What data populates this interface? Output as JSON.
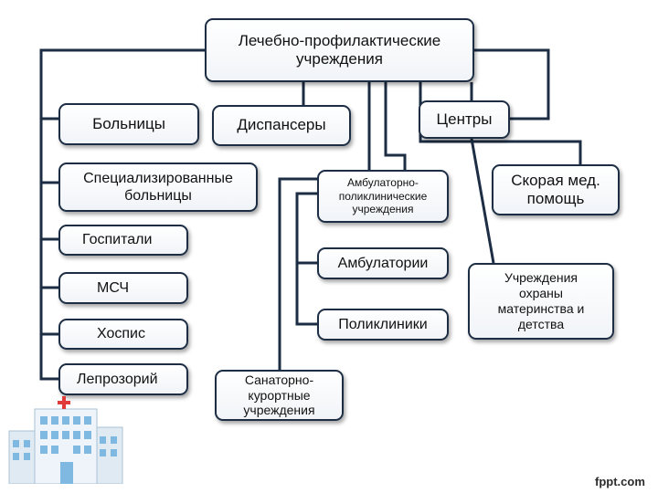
{
  "root": {
    "label": "Лечебно-профилактические\nучреждения"
  },
  "categories": {
    "hospitals": "Больницы",
    "dispensaries": "Диспансеры",
    "centers": "Центры"
  },
  "hospital_types": {
    "specialized": "Специализированные\nбольницы",
    "military": "Госпитали",
    "medical_units": "МСЧ",
    "hospice": "Хоспис",
    "leprosarium": "Лепрозорий"
  },
  "outpatient": {
    "polyclinic_institutions": "Амбулаторно-\nполиклинические\nучреждения",
    "ambulatories": "Амбулатории",
    "polyclinics": "Поликлиники"
  },
  "sanatorium": "Санаторно-\nкурортные\nучреждения",
  "emergency": "Скорая мед.\nпомощь",
  "maternal": "Учреждения\nохраны\nматеринства и\nдетства",
  "watermark": "fppt.com",
  "colors": {
    "border": "#1c2d44",
    "connector": "#1c2d44",
    "building_glass": "#7fb8e0",
    "cross": "#e03a3a"
  },
  "icons": {
    "building": "hospital-building-icon",
    "cross": "medical-cross-icon"
  }
}
